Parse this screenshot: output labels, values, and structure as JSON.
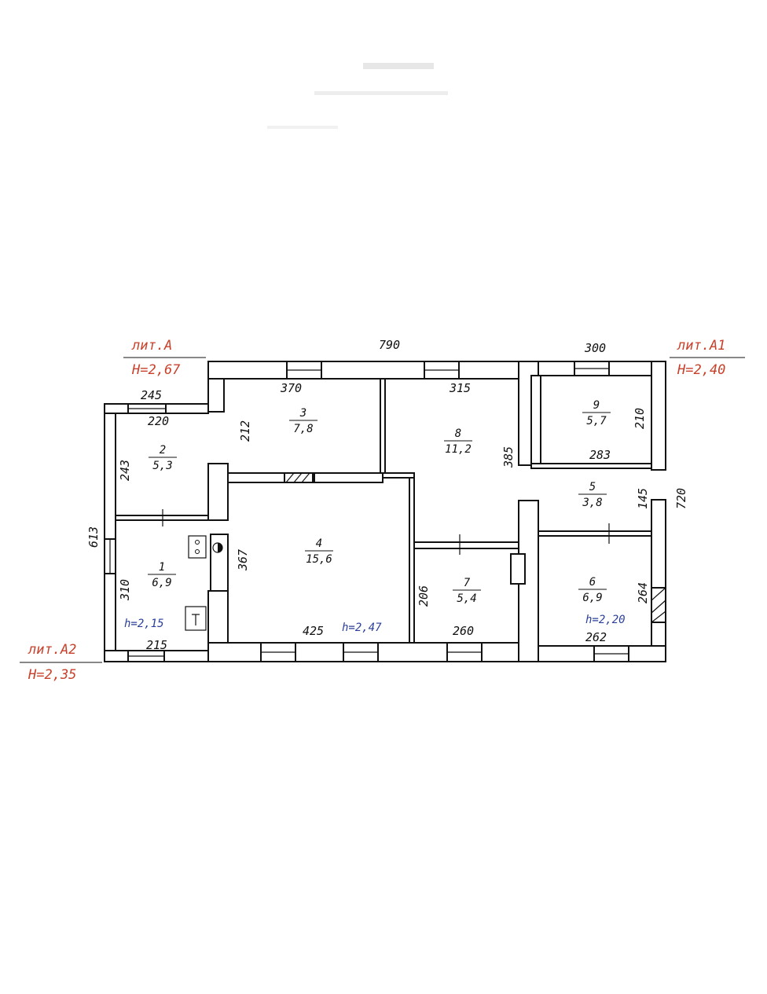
{
  "labels": {
    "lit_a": "лит.А",
    "lit_a_h": "Н=2,67",
    "lit_a1": "лит.А1",
    "lit_a1_h": "Н=2,40",
    "lit_a2": "лит.А2",
    "lit_a2_h": "Н=2,35"
  },
  "dimensions": {
    "overall_top": "790",
    "a1_top": "300",
    "a2_top_outer": "245",
    "a2_top_inner": "220",
    "a2_height": "613",
    "a1_height": "720",
    "a2_bottom": "215",
    "room3_width": "370",
    "room3_height": "212",
    "room8_width": "315",
    "room8_height": "385",
    "room9_height": "210",
    "room5_width": "283",
    "room5_height": "145",
    "room2_height": "243",
    "room1_height": "310",
    "room4_height": "367",
    "room4_width": "425",
    "room7_height": "206",
    "room7_width": "260",
    "room6_height": "264",
    "room6_width": "262"
  },
  "rooms": [
    {
      "id": "1",
      "num": "1",
      "area": "6,9"
    },
    {
      "id": "2",
      "num": "2",
      "area": "5,3"
    },
    {
      "id": "3",
      "num": "3",
      "area": "7,8"
    },
    {
      "id": "4",
      "num": "4",
      "area": "15,6"
    },
    {
      "id": "5",
      "num": "5",
      "area": "3,8"
    },
    {
      "id": "6",
      "num": "6",
      "area": "6,9"
    },
    {
      "id": "7",
      "num": "7",
      "area": "5,4"
    },
    {
      "id": "8",
      "num": "8",
      "area": "11,2"
    },
    {
      "id": "9",
      "num": "9",
      "area": "5,7"
    }
  ],
  "heights": {
    "a2": "h=2,15",
    "a": "h=2,47",
    "a1": "h=2,20"
  },
  "colors": {
    "lit_label": "#c8402a",
    "height_label": "#2a3f9a",
    "line": "#111111"
  }
}
